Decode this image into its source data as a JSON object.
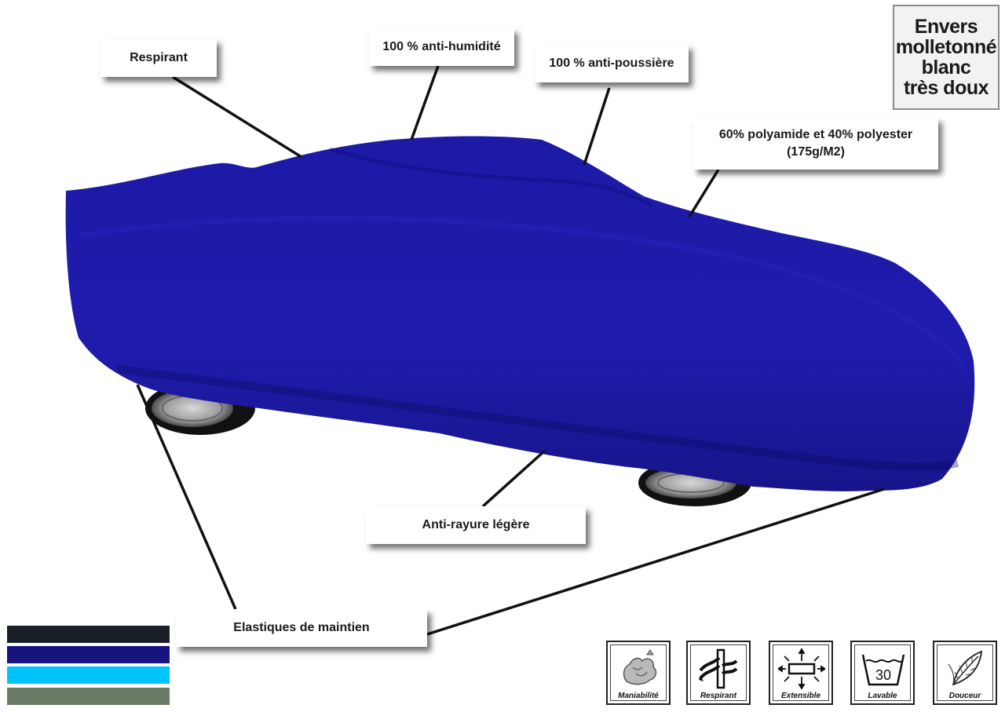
{
  "callouts": {
    "respirant": "Respirant",
    "anti_humidite": "100 % anti-humidité",
    "anti_poussiere": "100 % anti-poussière",
    "matiere_line1": "60% polyamide et 40% polyester",
    "matiere_line2": "(175g/M2)",
    "anti_rayure": "Anti-rayure légère",
    "elastiques": "Elastiques de maintien"
  },
  "envers": {
    "line1": "Envers",
    "line2": "molletonné",
    "line3": "blanc",
    "line4": "très doux"
  },
  "colors": {
    "cover_main": "#1d1aa6",
    "cover_dark": "#0f0c6e",
    "swatches": [
      "#1b1f28",
      "#17137f",
      "#00c3f7",
      "#6b7c66"
    ]
  },
  "features": [
    {
      "label": "Maniabilité",
      "icon": "hand-icon"
    },
    {
      "label": "Respirant",
      "icon": "breathable-icon"
    },
    {
      "label": "Extensible",
      "icon": "stretch-icon"
    },
    {
      "label": "Lavable",
      "icon": "wash-30-icon",
      "value": "30"
    },
    {
      "label": "Douceur",
      "icon": "feather-icon"
    }
  ]
}
